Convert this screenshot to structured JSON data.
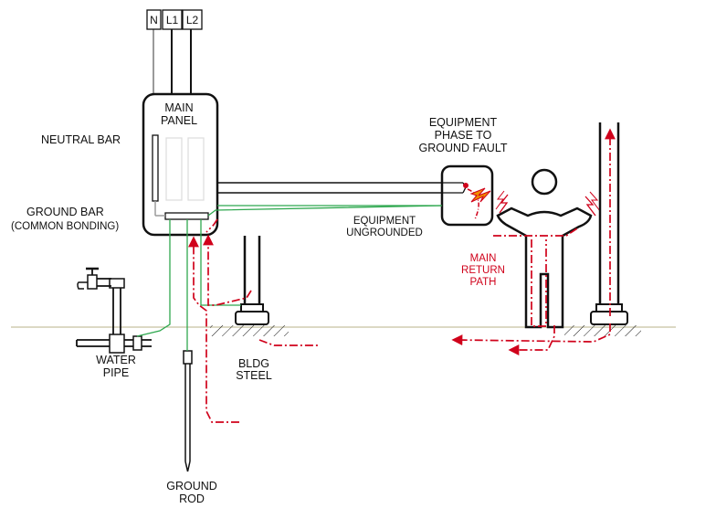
{
  "terminals": [
    "N",
    "L1",
    "L2"
  ],
  "labels": {
    "main_panel": [
      "MAIN",
      "PANEL"
    ],
    "neutral_bar": "NEUTRAL BAR",
    "ground_bar": [
      "GROUND BAR",
      "(COMMON BONDING)"
    ],
    "equipment_fault": [
      "EQUIPMENT",
      "PHASE TO",
      "GROUND FAULT"
    ],
    "equipment_ungrounded": [
      "EQUIPMENT",
      "UNGROUNDED"
    ],
    "main_return_path": [
      "MAIN",
      "RETURN",
      "PATH"
    ],
    "water_pipe": [
      "WATER",
      "PIPE"
    ],
    "bldg_steel": [
      "BLDG",
      "STEEL"
    ],
    "ground_rod": [
      "GROUND",
      "ROD"
    ]
  },
  "colors": {
    "line": "#111111",
    "ground_wire": "#2fa84f",
    "neutral_wire": "#9a9a9a",
    "return_path": "#d0021b",
    "ground_line": "#b8b38a"
  }
}
